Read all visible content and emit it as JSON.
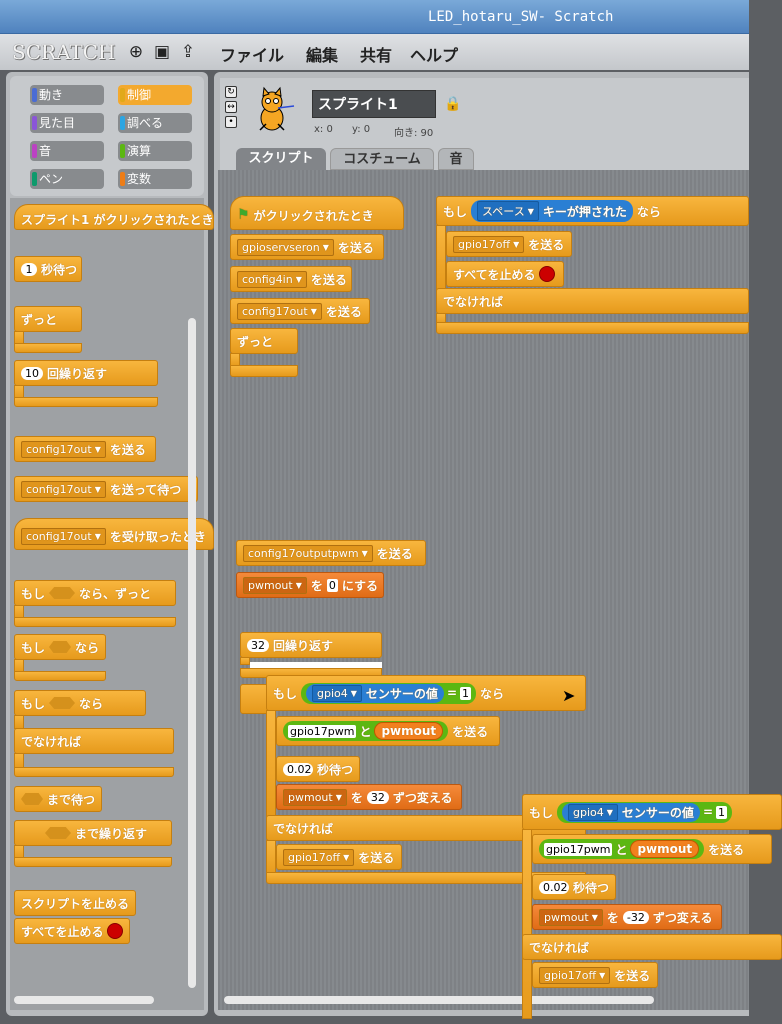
{
  "window": {
    "title": "LED_hotaru_SW- Scratch"
  },
  "menu": {
    "logo": "SCRATCH",
    "items": [
      "ファイル",
      "編集",
      "共有",
      "ヘルプ"
    ]
  },
  "categories": [
    {
      "label": "動き",
      "color": "#4a6cd4"
    },
    {
      "label": "制御",
      "color": "#e1a91a"
    },
    {
      "label": "見た目",
      "color": "#8a55d7"
    },
    {
      "label": "調べる",
      "color": "#2ca5e2"
    },
    {
      "label": "音",
      "color": "#bb42c3"
    },
    {
      "label": "演算",
      "color": "#5cb712"
    },
    {
      "label": "ペン",
      "color": "#0e9a6c"
    },
    {
      "label": "変数",
      "color": "#ee7d16"
    }
  ],
  "palette": {
    "sprite_clicked": "スプライト1 がクリックされたとき",
    "wait_num": "1",
    "wait_label": "秒待つ",
    "forever": "ずっと",
    "repeat_num": "10",
    "repeat_label": "回繰り返す",
    "broadcast_msg": "config17out",
    "broadcast": "を送る",
    "broadcast_wait": "を送って待つ",
    "when_receive_msg": "config17out",
    "when_receive": "を受け取ったとき",
    "if_forever_a": "もし",
    "if_forever_b": "なら、ずっと",
    "if_a": "もし",
    "if_b": "なら",
    "else": "でなければ",
    "wait_until": "まで待つ",
    "repeat_until": "まで繰り返す",
    "stop_script": "スクリプトを止める",
    "stop_all": "すべてを止める"
  },
  "sprite": {
    "name": "スプライト1",
    "x_label": "x: 0",
    "y_label": "y: 0",
    "dir_label": "向き: 90"
  },
  "tabs": {
    "script": "スクリプト",
    "costume": "コスチューム",
    "sound": "音"
  },
  "script1": {
    "hat": "がクリックされたとき",
    "b1_msg": "gpioservseron",
    "b2_msg": "config4in",
    "b3_msg": "config17out",
    "send": "を送る",
    "forever": "ずっと"
  },
  "script2": {
    "if": "もし",
    "key": "スペース",
    "key_pressed": "キーが押された",
    "then": "なら",
    "msg": "gpio17off",
    "send": "を送る",
    "stop_all": "すべてを止める",
    "else": "でなければ"
  },
  "script3": {
    "msg1": "config17outputpwm",
    "send": "を送る",
    "var": "pwmout",
    "set_to": "を",
    "set_val": "0",
    "set_label": "にする",
    "repeat_num": "32",
    "repeat_label": "回繰り返す",
    "if": "もし",
    "sensor": "gpio4",
    "sensor_value": "センサーの値",
    "eq": "=",
    "eq_val": "1",
    "then": "なら",
    "pwm_text": "gpio17pwm",
    "join": "と",
    "join_var": "pwmout",
    "wait_val": "0.02",
    "wait_label": "秒待つ",
    "change_var": "pwmout",
    "change_to": "を",
    "change_val": "32",
    "change_label": "ずつ変える",
    "else": "でなければ",
    "off_msg": "gpio17off"
  },
  "script4": {
    "if": "もし",
    "sensor": "gpio4",
    "sensor_value": "センサーの値",
    "eq": "=",
    "eq_val": "1",
    "pwm_text": "gpio17pwm",
    "join": "と",
    "join_var": "pwmout",
    "send": "を送る",
    "wait_val": "0.02",
    "wait_label": "秒待つ",
    "change_var": "pwmout",
    "change_to": "を",
    "change_val": "-32",
    "change_label": "ずつ変える",
    "else": "でなければ",
    "off_msg": "gpio17off"
  }
}
